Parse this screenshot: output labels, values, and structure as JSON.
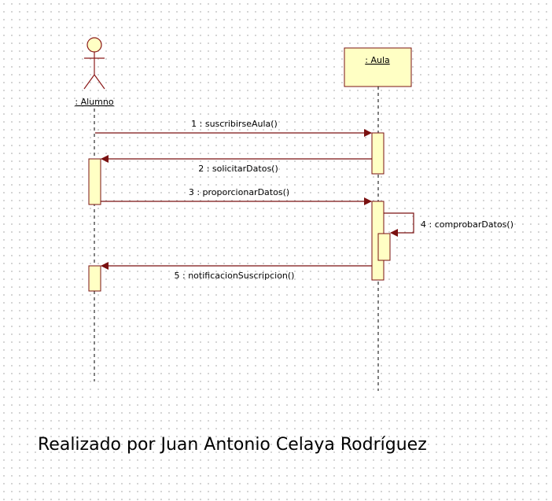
{
  "diagram": {
    "actor": {
      "label": ": Alumno"
    },
    "object": {
      "label": ": Aula"
    },
    "messages": [
      {
        "label": "1 : suscribirseAula()"
      },
      {
        "label": "2 : solicitarDatos()"
      },
      {
        "label": "3 : proporcionarDatos()"
      },
      {
        "label": "4 : comprobarDatos()"
      },
      {
        "label": "5 : notificacionSuscripcion()"
      }
    ]
  },
  "footer": {
    "credit": "Realizado por Juan Antonio Celaya Rodríguez"
  },
  "colors": {
    "message_line": "#7a1010",
    "activation_fill": "#ffffc4",
    "activation_stroke": "#7a1010",
    "object_fill": "#ffffc4",
    "actor_stroke": "#8b1a1a"
  }
}
